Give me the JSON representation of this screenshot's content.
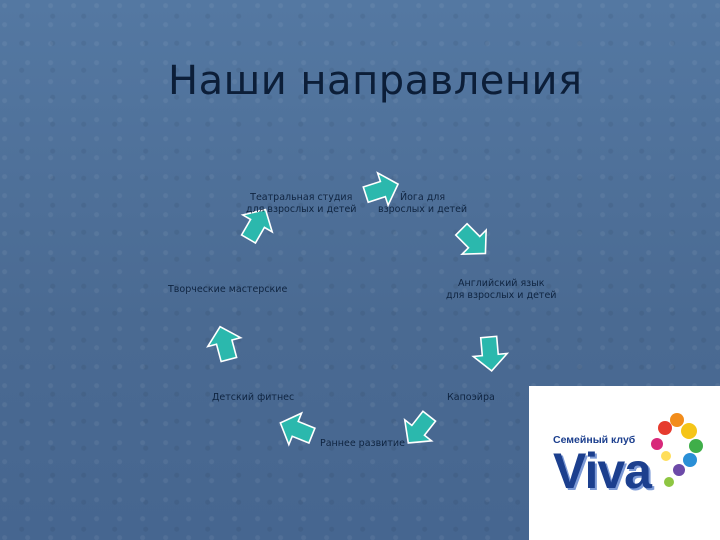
{
  "slide": {
    "title": "Наши направления"
  },
  "cycle": {
    "items": [
      {
        "id": "theatre",
        "text": "Театральная студия\nдля взрослых и детей"
      },
      {
        "id": "yoga",
        "text": "Йога для\nвзрослых и детей"
      },
      {
        "id": "english",
        "text": "Английский язык\nдля взрослых и детей"
      },
      {
        "id": "capoeira",
        "text": "Капоэйра"
      },
      {
        "id": "early",
        "text": "Раннее развитие"
      },
      {
        "id": "fitness",
        "text": "Детский фитнес"
      },
      {
        "id": "workshops",
        "text": "Творческие мастерские"
      }
    ],
    "arrow_color": "#2bb8ad"
  },
  "logo": {
    "club_text": "Семейный клуб",
    "brand_text": "Viva"
  }
}
